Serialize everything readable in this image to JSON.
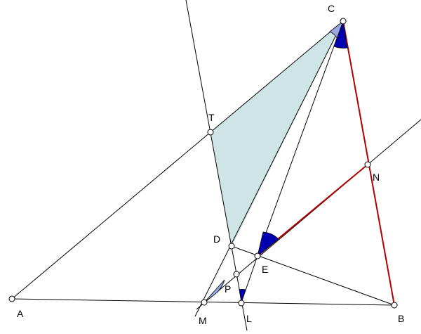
{
  "figure": {
    "points": [
      {
        "id": "C",
        "label": "C"
      },
      {
        "id": "T",
        "label": "T"
      },
      {
        "id": "N",
        "label": "N"
      },
      {
        "id": "D",
        "label": "D"
      },
      {
        "id": "E",
        "label": "E"
      },
      {
        "id": "P",
        "label": "P"
      },
      {
        "id": "A",
        "label": "A"
      },
      {
        "id": "M",
        "label": "M"
      },
      {
        "id": "L",
        "label": "L"
      },
      {
        "id": "B",
        "label": "B"
      }
    ],
    "colors": {
      "line": "#000000",
      "red_segment": "#b00000",
      "quad_fill": "#cfe4e4",
      "angle_dark": "#0000b0",
      "angle_light": "#9aa8e0",
      "point_fill": "#ffffff"
    }
  }
}
